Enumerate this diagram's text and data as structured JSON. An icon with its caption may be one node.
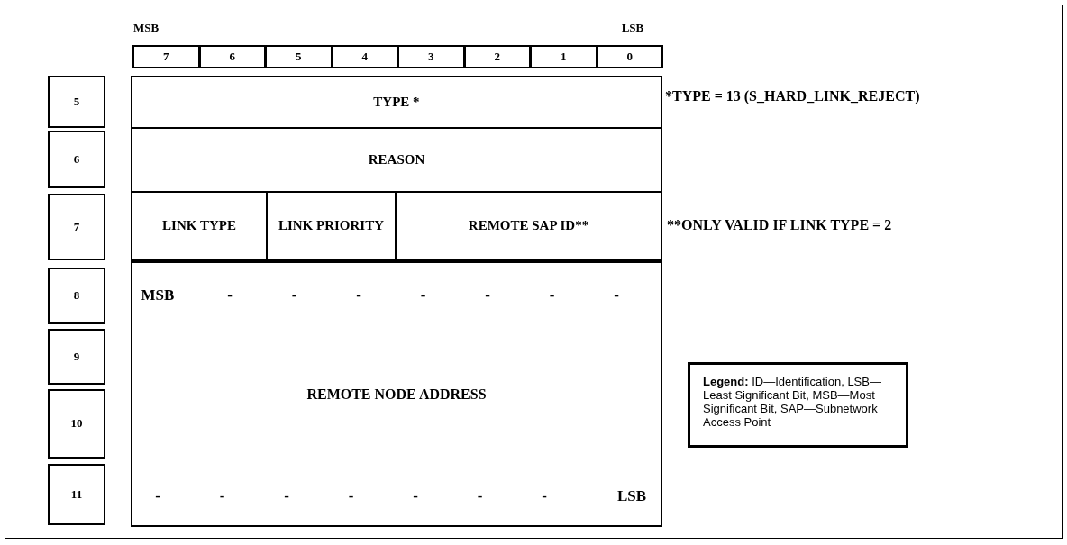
{
  "diagram": {
    "labels": [
      "MSB",
      "LSB",
      "7",
      "6",
      "5",
      "4",
      "3",
      "2",
      "1",
      "0",
      "5",
      "TYPE *",
      "*TYPE = 13 (S_HARD_LINK_REJECT)",
      "6",
      "REASON",
      "7",
      "LINK TYPE",
      "LINK PRIORITY",
      "REMOTE SAP ID**",
      "**ONLY VALID IF LINK TYPE = 2",
      "8",
      "MSB",
      "-",
      "-",
      "-",
      "-",
      "-",
      "-",
      "-",
      "9",
      "REMOTE NODE ADDRESS",
      "**Legend:** ID—Identification, LSB—Least Significant Bit, MSB—Most Significant Bit, SAP—Subnetwork Access Point",
      "10",
      "11",
      "-",
      "-",
      "-",
      "-",
      "-",
      "-",
      "-",
      "LSB"
    ]
  }
}
